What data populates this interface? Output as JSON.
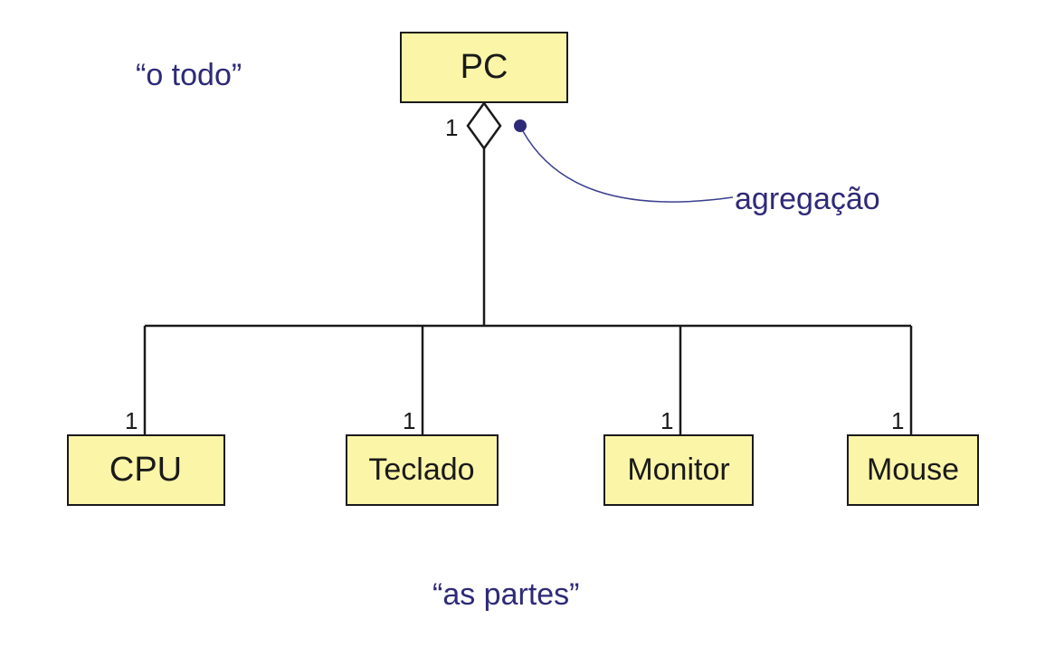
{
  "whole_class": {
    "name": "PC",
    "multiplicity": "1"
  },
  "part_classes": [
    {
      "name": "CPU",
      "multiplicity": "1"
    },
    {
      "name": "Teclado",
      "multiplicity": "1"
    },
    {
      "name": "Monitor",
      "multiplicity": "1"
    },
    {
      "name": "Mouse",
      "multiplicity": "1"
    }
  ],
  "annotations": {
    "whole": "“o todo”",
    "parts": "“as partes”",
    "aggregation": "agregação"
  },
  "colors": {
    "box_fill": "#fbf5a8",
    "box_stroke": "#1a1a1a",
    "annotation_text": "#2e2a78",
    "annotation_line": "#3a3f8f"
  }
}
